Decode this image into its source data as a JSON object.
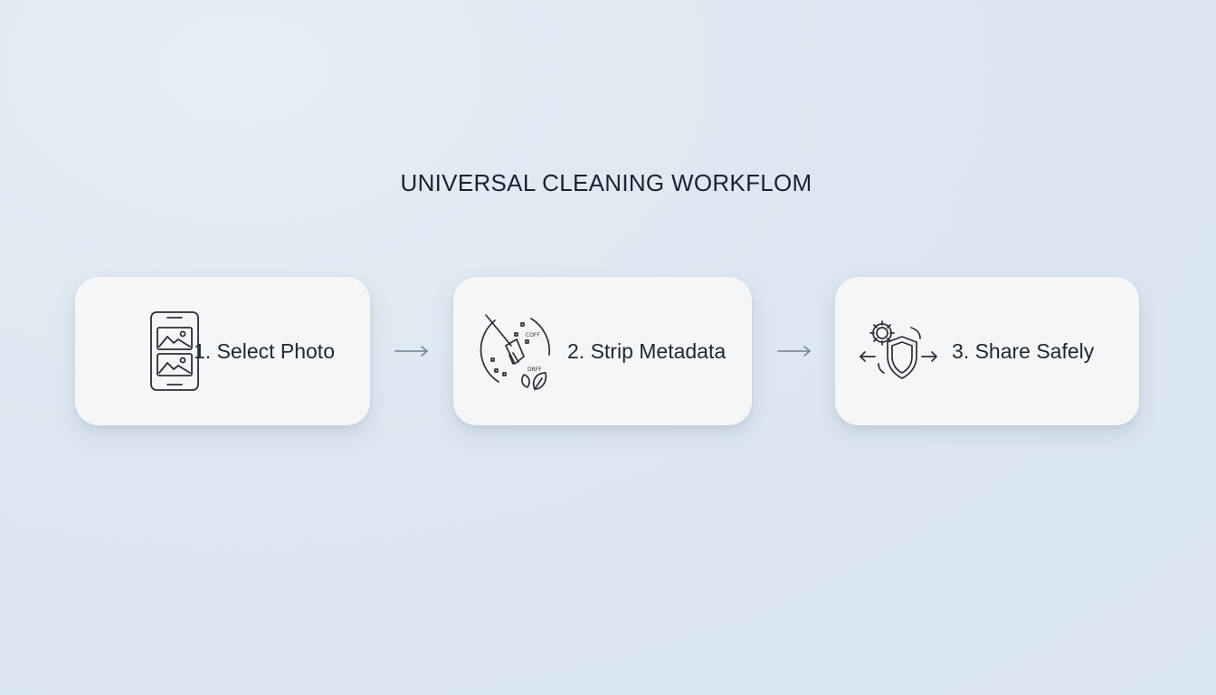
{
  "diagram": {
    "title": "UNIVERSAL CLEANING WORKFLOM",
    "steps": [
      {
        "label": "1. Select Photo",
        "icon": "phone-gallery-icon"
      },
      {
        "label": "2. Strip Metadata",
        "icon": "broom-cleaning-icon",
        "icon_tags": [
          "COFF",
          "DRFF"
        ]
      },
      {
        "label": "3. Share Safely",
        "icon": "shield-gear-icon"
      }
    ],
    "connectors": [
      "arrow-right-icon",
      "arrow-right-icon"
    ]
  },
  "colors": {
    "background": "#dce7f1",
    "card": "#f5f6f7",
    "text": "#202830",
    "arrow": "#6f8196"
  }
}
